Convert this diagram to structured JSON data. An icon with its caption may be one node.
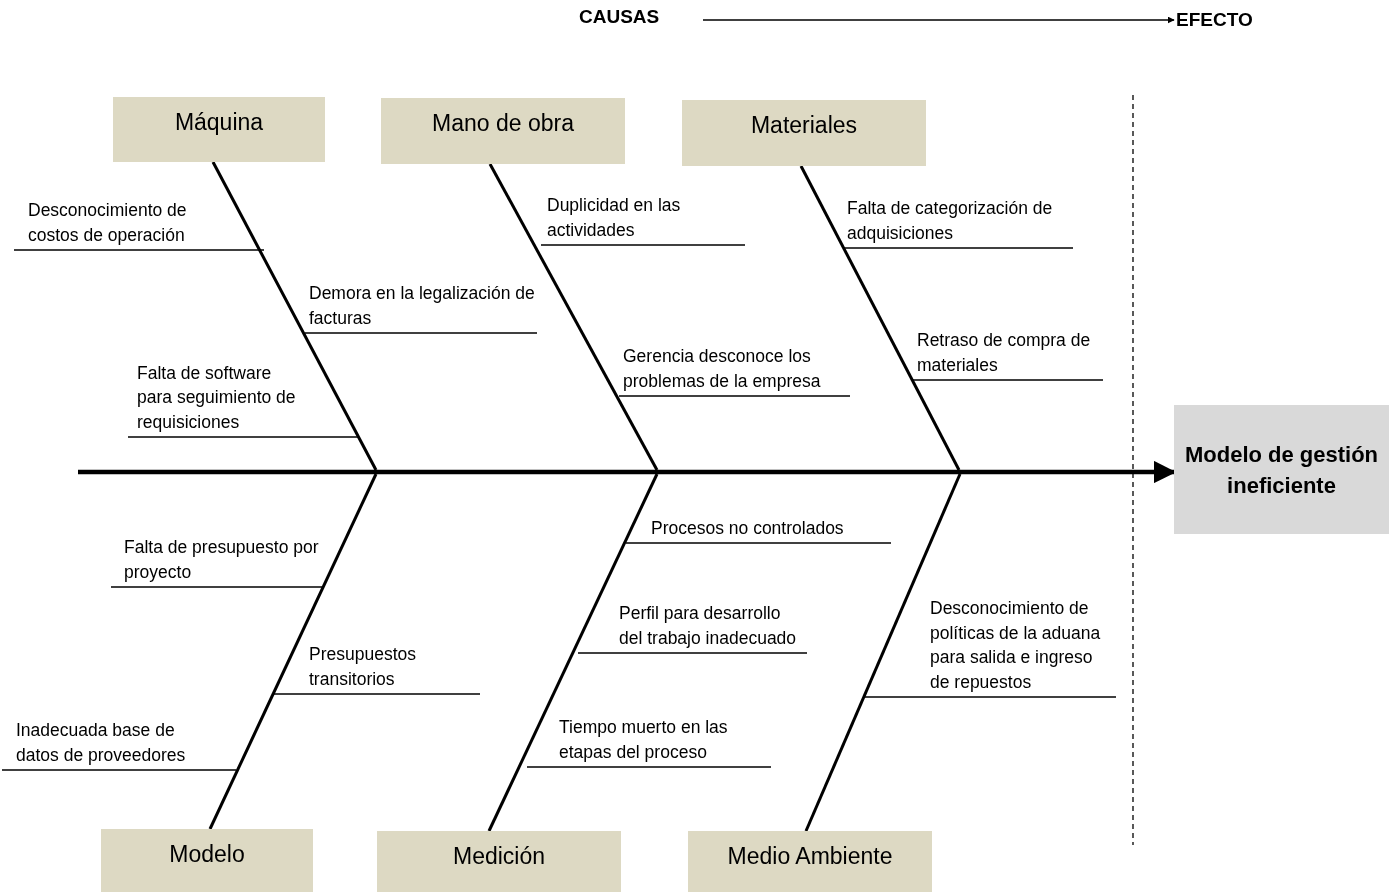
{
  "diagram": {
    "nodes": [
      {
        "text": [
          "CAUSAS"
        ]
      },
      {
        "text": [
          "EFECTO"
        ]
      },
      {
        "text": [
          "Máquina"
        ]
      },
      {
        "text": [
          "Mano de obra"
        ]
      },
      {
        "text": [
          "Materiales"
        ]
      },
      {
        "text": [
          "Desconocimiento de costos de operación"
        ]
      },
      {
        "text": [
          "Demora en la legalización de facturas"
        ]
      },
      {
        "text": [
          "Falta de software para seguimiento de requisiciones"
        ]
      },
      {
        "text": [
          "Duplicidad en las actividades"
        ]
      },
      {
        "text": [
          "Gerencia desconoce los problemas de la empresa"
        ]
      },
      {
        "text": [
          "Falta de categorización de adquisiciones"
        ]
      },
      {
        "text": [
          "Retraso de compra de materiales"
        ]
      },
      {
        "text": [
          "Modelo de gestión ineficiente"
        ]
      },
      {
        "text": [
          "Falta de presupuesto por proyecto"
        ]
      },
      {
        "text": [
          "Presupuestos transitorios"
        ]
      },
      {
        "text": [
          "Inadecuada base de datos de proveedores"
        ]
      },
      {
        "text": [
          "Procesos no controlados"
        ]
      },
      {
        "text": [
          "Perfil para desarrollo del trabajo inadecuado"
        ]
      },
      {
        "text": [
          "Tiempo muerto en las etapas del proceso"
        ]
      },
      {
        "text": [
          "Desconocimiento de políticas de la aduana para salida e ingreso de repuestos"
        ]
      },
      {
        "text": [
          "Modelo"
        ]
      },
      {
        "text": [
          "Medición"
        ]
      },
      {
        "text": [
          "Medio Ambiente"
        ]
      }
    ],
    "edges": [
      {
        "from": 0,
        "to": 1,
        "arrow": "to"
      },
      {
        "from": null,
        "to": 12,
        "arrow": "to",
        "style": "thick"
      },
      {
        "from": 2,
        "to": null,
        "arrow": "none"
      },
      {
        "from": 3,
        "to": null,
        "arrow": "none"
      },
      {
        "from": 4,
        "to": null,
        "arrow": "none"
      },
      {
        "from": 20,
        "to": null,
        "arrow": "none"
      },
      {
        "from": 21,
        "to": null,
        "arrow": "none"
      },
      {
        "from": 22,
        "to": null,
        "arrow": "none"
      },
      {
        "from": 5,
        "to": null,
        "arrow": "none"
      },
      {
        "from": 6,
        "to": null,
        "arrow": "none"
      },
      {
        "from": 7,
        "to": null,
        "arrow": "none"
      },
      {
        "from": 8,
        "to": null,
        "arrow": "none"
      },
      {
        "from": 9,
        "to": null,
        "arrow": "none"
      },
      {
        "from": 10,
        "to": null,
        "arrow": "none"
      },
      {
        "from": 11,
        "to": null,
        "arrow": "none"
      },
      {
        "from": 13,
        "to": null,
        "arrow": "none"
      },
      {
        "from": 14,
        "to": null,
        "arrow": "none"
      },
      {
        "from": 15,
        "to": null,
        "arrow": "none"
      },
      {
        "from": 16,
        "to": null,
        "arrow": "none"
      },
      {
        "from": 17,
        "to": null,
        "arrow": "none"
      },
      {
        "from": 18,
        "to": null,
        "arrow": "none"
      },
      {
        "from": 19,
        "to": null,
        "arrow": "none"
      }
    ]
  }
}
